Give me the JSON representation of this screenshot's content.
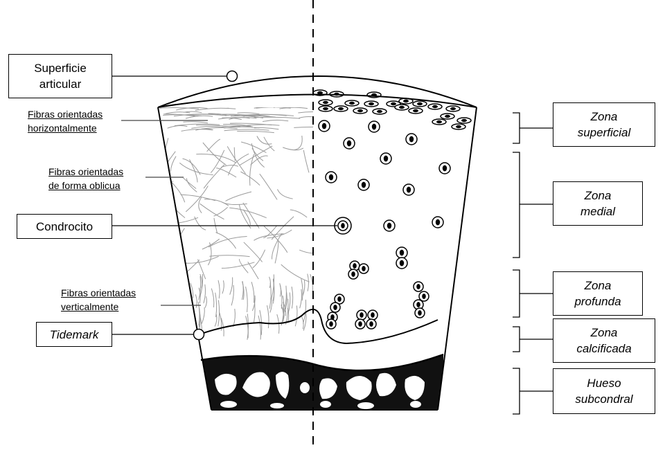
{
  "labels": {
    "superficie_articular": [
      "Superficie",
      "articular"
    ],
    "fibras_horizontal": [
      "Fibras orientadas",
      "horizontalmente"
    ],
    "fibras_oblicua": [
      "Fibras orientadas",
      "de forma oblicua"
    ],
    "condrocito": "Condrocito",
    "fibras_vertical": [
      "Fibras orientadas",
      "verticalmente"
    ],
    "tidemark": "Tidemark"
  },
  "zones": [
    {
      "id": "superficial",
      "lines": [
        "Zona",
        "superficial"
      ]
    },
    {
      "id": "medial",
      "lines": [
        "Zona",
        "medial"
      ]
    },
    {
      "id": "profunda",
      "lines": [
        "Zona",
        "profunda"
      ]
    },
    {
      "id": "calcificada",
      "lines": [
        "Zona",
        "calcificada"
      ]
    },
    {
      "id": "subcondral",
      "lines": [
        "Hueso",
        "subcondral"
      ]
    }
  ],
  "colors": {
    "stroke": "#000000",
    "fibers": "#9a9a9a",
    "bone": "#111111",
    "background": "#ffffff"
  }
}
